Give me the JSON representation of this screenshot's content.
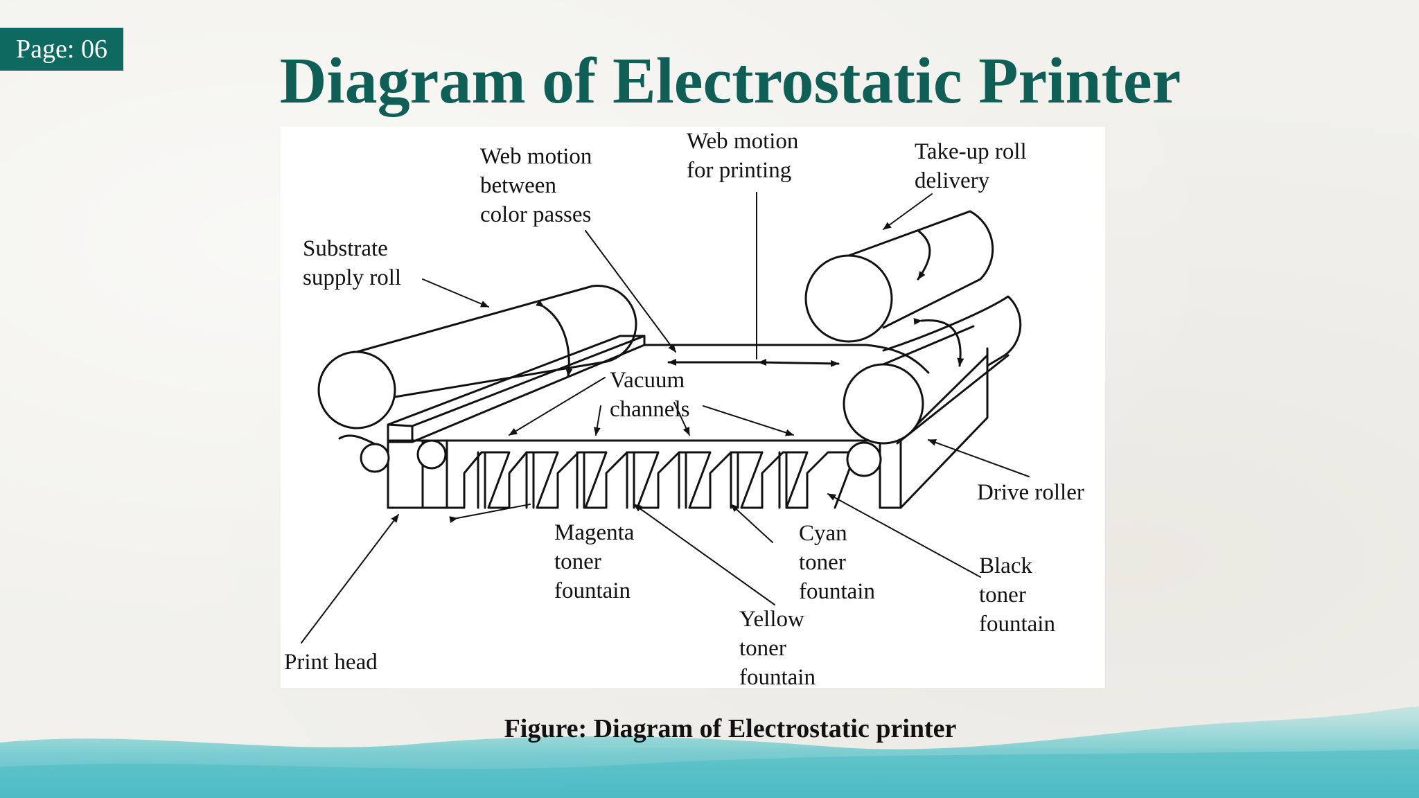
{
  "page_badge": "Page: 06",
  "title": "Diagram of Electrostatic Printer",
  "caption": "Figure: Diagram of Electrostatic printer",
  "labels": {
    "web_motion_between": [
      "Web motion",
      "between",
      "color passes"
    ],
    "web_motion_printing": [
      "Web motion",
      "for printing"
    ],
    "takeup": [
      "Take-up roll",
      "delivery"
    ],
    "substrate": [
      "Substrate",
      "supply roll"
    ],
    "vacuum": [
      "Vacuum",
      "channels"
    ],
    "drive_roller": "Drive roller",
    "magenta": [
      "Magenta",
      "toner",
      "fountain"
    ],
    "cyan": [
      "Cyan",
      "toner",
      "fountain"
    ],
    "black": [
      "Black",
      "toner",
      "fountain"
    ],
    "yellow": [
      "Yellow",
      "toner",
      "fountain"
    ],
    "print_head": "Print head"
  },
  "colors": {
    "accent": "#0e6960",
    "title": "#0f5f56",
    "wash": "#5ec9cf"
  }
}
